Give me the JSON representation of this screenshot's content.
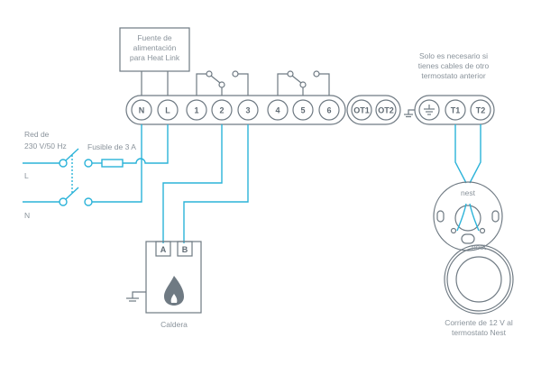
{
  "power_supply": {
    "lines": [
      "Fuente de",
      "alimentación",
      "para Heat Link"
    ]
  },
  "note": {
    "lines": [
      "Solo es necesario si",
      "tienes cables de otro",
      "termostato anterior"
    ]
  },
  "mains": {
    "lines": [
      "Red de",
      "230 V/50 Hz"
    ],
    "live": "L",
    "neutral": "N"
  },
  "fuse": {
    "label": "Fusible de 3 A"
  },
  "terminals": {
    "main": [
      "N",
      "L",
      "1",
      "2",
      "3",
      "4",
      "5",
      "6"
    ],
    "opentherm": [
      "OT1",
      "OT2"
    ],
    "thermostat": [
      "⏚",
      "T1",
      "T2"
    ]
  },
  "boiler": {
    "label": "Caldera",
    "terminal_a": "A",
    "terminal_b": "B"
  },
  "nest": {
    "brand": "nest",
    "caption": [
      "Corriente de 12 V al",
      "termostato Nest"
    ]
  },
  "colors": {
    "wire": "#2bb3d9",
    "line": "#6f7a83",
    "text": "#8a939b"
  }
}
